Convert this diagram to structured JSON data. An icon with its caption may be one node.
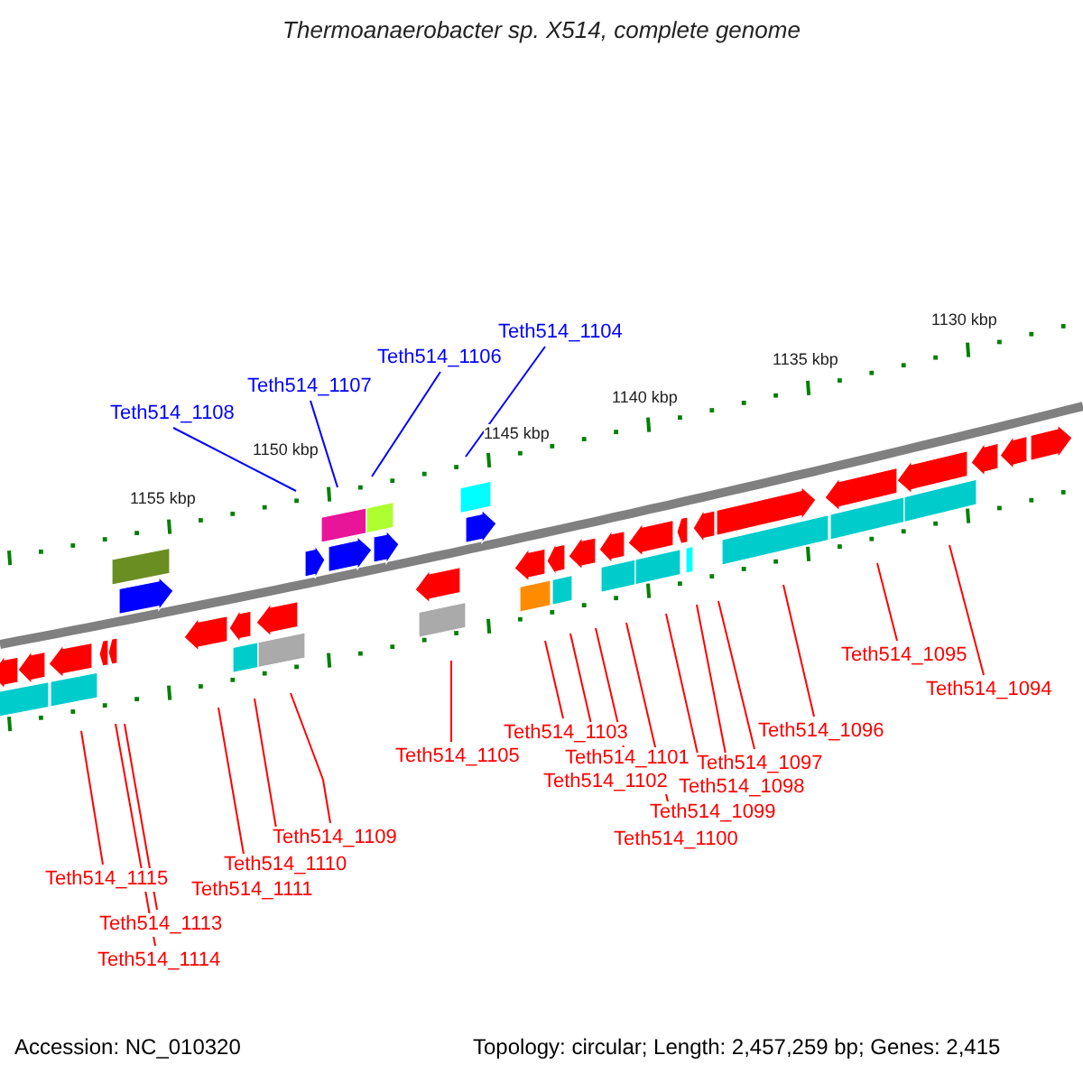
{
  "diagram": {
    "title": "Thermoanaerobacter sp. X514, complete genome",
    "nodes": [
      {
        "text": [
          "Teth514_1104"
        ]
      },
      {
        "text": [
          "Teth514_1106"
        ]
      },
      {
        "text": [
          "Teth514_1107"
        ]
      },
      {
        "text": [
          "Teth514_1108"
        ]
      },
      {
        "text": [
          "Teth514_1095"
        ]
      },
      {
        "text": [
          "Teth514_1094"
        ]
      },
      {
        "text": [
          "Teth514_1096"
        ]
      },
      {
        "text": [
          "Teth514_1103"
        ]
      },
      {
        "text": [
          "Teth514_1105"
        ]
      },
      {
        "text": [
          "Teth514_1101"
        ]
      },
      {
        "text": [
          "Teth514_1097"
        ]
      },
      {
        "text": [
          "Teth514_1102"
        ]
      },
      {
        "text": [
          "Teth514_1098"
        ]
      },
      {
        "text": [
          "Teth514_1099"
        ]
      },
      {
        "text": [
          "Teth514_1109"
        ]
      },
      {
        "text": [
          "Teth514_1100"
        ]
      },
      {
        "text": [
          "Teth514_1110"
        ]
      },
      {
        "text": [
          "Teth514_1115"
        ]
      },
      {
        "text": [
          "Teth514_1111"
        ]
      },
      {
        "text": [
          "Teth514_1113"
        ]
      },
      {
        "text": [
          "Teth514_1114"
        ]
      }
    ],
    "edges": [
      {
        "from": 0,
        "to": null,
        "arrow": "none",
        "color": "#0000ff"
      },
      {
        "from": 1,
        "to": null,
        "arrow": "none",
        "color": "#0000ff"
      },
      {
        "from": 2,
        "to": null,
        "arrow": "none",
        "color": "#0000ff"
      },
      {
        "from": 3,
        "to": null,
        "arrow": "none",
        "color": "#0000ff"
      },
      {
        "from": 4,
        "to": null,
        "arrow": "none"
      },
      {
        "from": 5,
        "to": null,
        "arrow": "none"
      },
      {
        "from": 6,
        "to": null,
        "arrow": "none"
      },
      {
        "from": 7,
        "to": null,
        "arrow": "none"
      },
      {
        "from": 8,
        "to": null,
        "arrow": "none"
      },
      {
        "from": 9,
        "to": null,
        "arrow": "none"
      },
      {
        "from": 10,
        "to": null,
        "arrow": "none"
      },
      {
        "from": 11,
        "to": null,
        "arrow": "none"
      },
      {
        "from": 12,
        "to": null,
        "arrow": "none"
      },
      {
        "from": 13,
        "to": null,
        "arrow": "none"
      },
      {
        "from": 14,
        "to": null,
        "arrow": "none"
      },
      {
        "from": 15,
        "to": null,
        "arrow": "none"
      },
      {
        "from": 16,
        "to": null,
        "arrow": "none"
      },
      {
        "from": 17,
        "to": null,
        "arrow": "none"
      },
      {
        "from": 18,
        "to": null,
        "arrow": "none"
      },
      {
        "from": 19,
        "to": null,
        "arrow": "none"
      },
      {
        "from": 20,
        "to": null,
        "arrow": "none"
      }
    ],
    "labels": [
      "1130 kbp",
      "1135 kbp",
      "1140 kbp",
      "1145 kbp",
      "1150 kbp",
      "1155 kbp",
      "Accession: NC_010320",
      "Topology: circular; Length: 2,457,259 bp; Genes: 2,415"
    ]
  }
}
